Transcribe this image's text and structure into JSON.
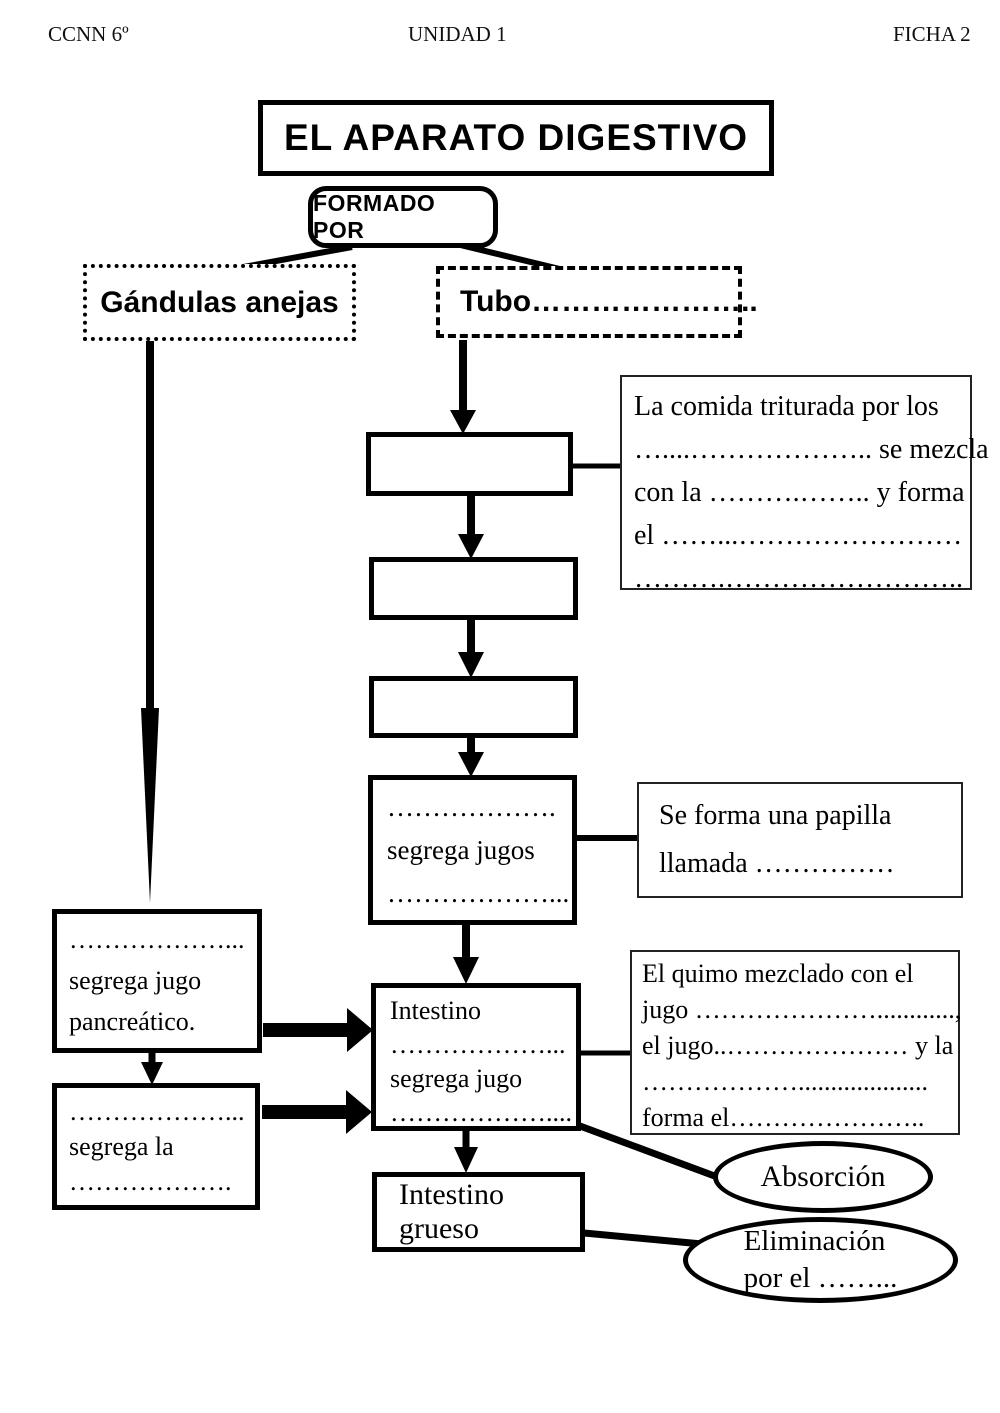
{
  "header": {
    "course": "CCNN 6º",
    "unit": "UNIDAD 1",
    "sheet": "FICHA 2"
  },
  "title": "EL APARATO DIGESTIVO",
  "formado_por": "FORMADO POR",
  "branches": {
    "glands_label": "Gándulas anejas",
    "tube_label": "Tubo………………….."
  },
  "tube_chain": {
    "stomach": {
      "lines": [
        "……………….",
        "segrega jugos",
        "………………..."
      ]
    },
    "small_intestine": {
      "lines": [
        "Intestino",
        "………………...",
        "segrega jugo",
        "………………...."
      ]
    },
    "large_intestine_label": "Intestino grueso"
  },
  "glands_chain": {
    "pancreas": {
      "lines": [
        "………………...",
        "segrega jugo",
        "pancreático."
      ]
    },
    "liver": {
      "lines": [
        "………………...",
        "segrega la",
        "………………."
      ]
    }
  },
  "notes": {
    "chewing": {
      "lines": [
        "La comida triturada por los",
        "…....……………….. se mezcla",
        "con la ……….…….. y forma",
        "el ……...……………………",
        "……….…………………….."
      ]
    },
    "papilla": {
      "lines": [
        "Se forma una papilla",
        "llamada ……………"
      ]
    },
    "chyme": {
      "lines": [
        "El quimo mezclado con el",
        "jugo …………………............,",
        "el jugo..………………… y la",
        "………………....................",
        "forma el………………….."
      ]
    }
  },
  "ellipses": {
    "absorption_label": "Absorción",
    "elimination": {
      "lines": [
        "Eliminación",
        "por el ……..."
      ]
    }
  },
  "colors": {
    "ink": "#000000",
    "paper": "#ffffff"
  }
}
